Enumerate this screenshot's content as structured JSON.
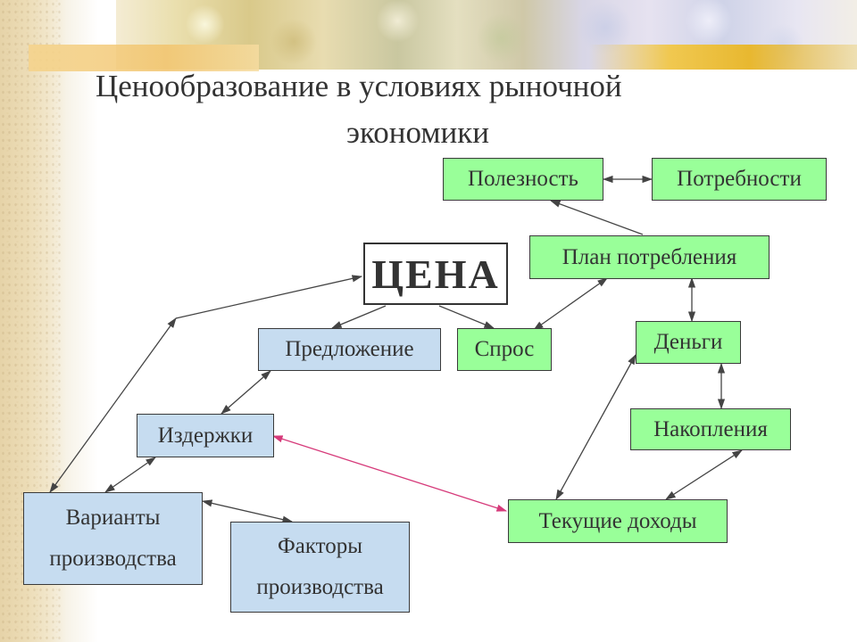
{
  "title": {
    "line1": "Ценообразование в условиях рыночной",
    "line2": "экономики"
  },
  "nodes": {
    "utility": "Полезность",
    "needs": "Потребности",
    "consumption_plan": "План потребления",
    "price": "ЦЕНА",
    "supply": "Предложение",
    "demand": "Спрос",
    "money": "Деньги",
    "costs": "Издержки",
    "savings": "Накопления",
    "production_options": {
      "line1": "Варианты",
      "line2": "производства"
    },
    "production_factors": {
      "line1": "Факторы",
      "line2": "производства"
    },
    "current_income": "Текущие доходы"
  },
  "colors": {
    "green_box": "#99ff99",
    "blue_box": "#c6dcf0",
    "arrow": "#444444",
    "highlight_arrow": "#d63a7a"
  }
}
